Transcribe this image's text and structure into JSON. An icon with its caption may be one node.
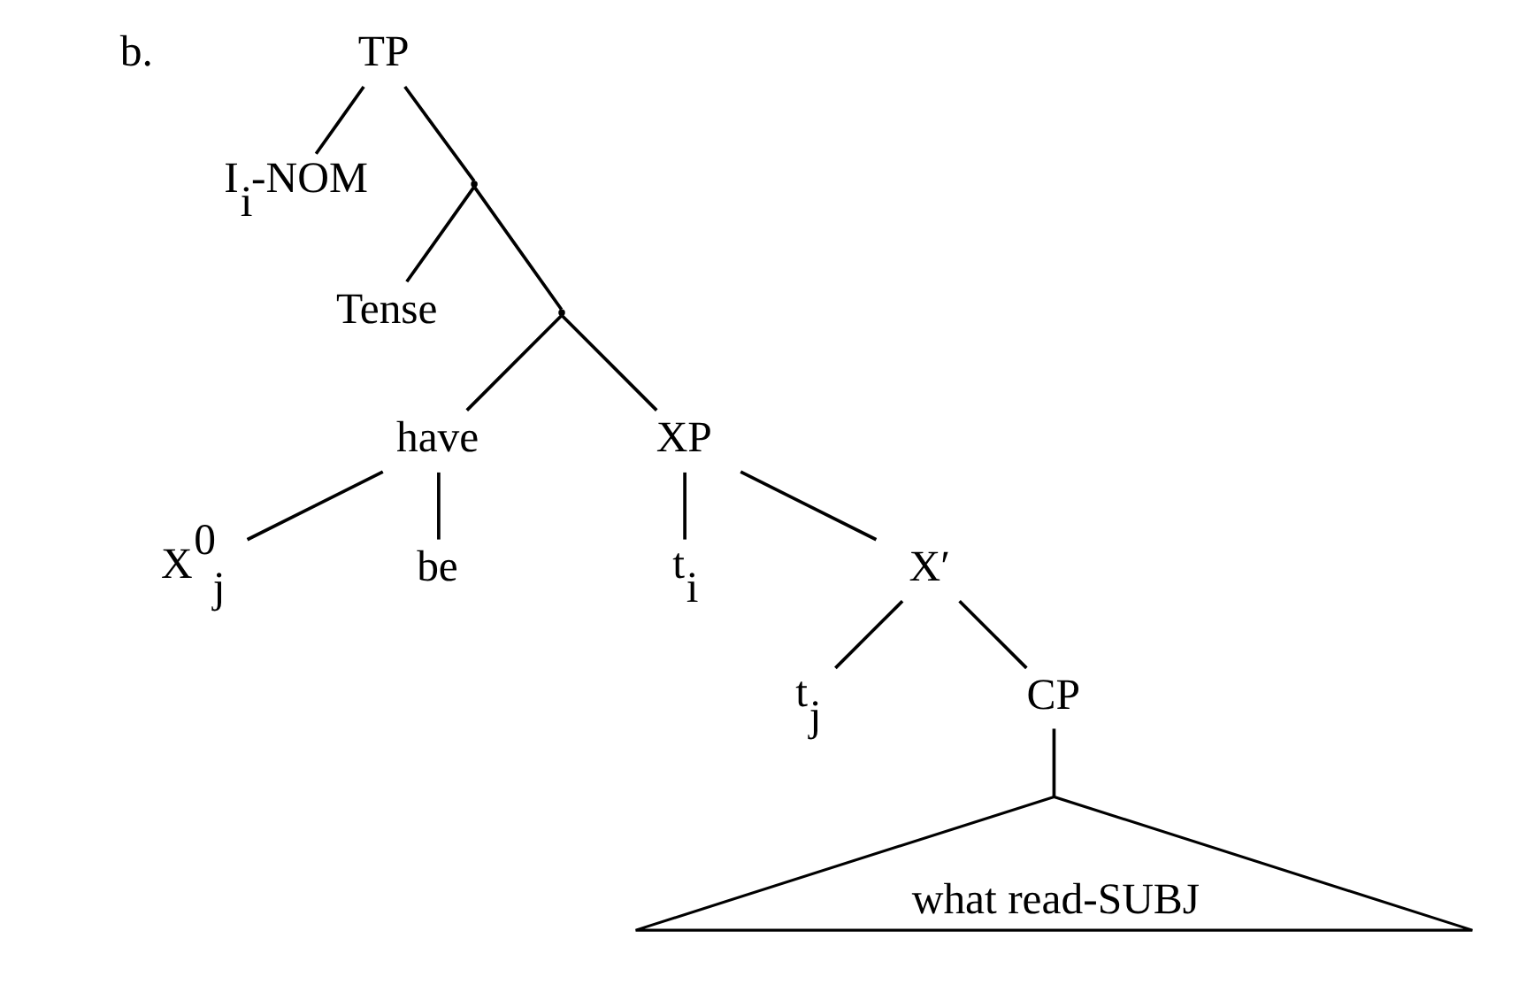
{
  "diagram": {
    "nodes": [
      {
        "text": [
          "TP"
        ]
      },
      {
        "text": [
          "I$_{i}$-NOM"
        ]
      },
      {
        "text": [],
        "shape": "point"
      },
      {
        "text": [
          "Tense"
        ]
      },
      {
        "text": [],
        "shape": "point"
      },
      {
        "text": [
          "have"
        ]
      },
      {
        "text": [
          "XP"
        ]
      },
      {
        "text": [
          "X$^{0}$$_{j}$"
        ]
      },
      {
        "text": [
          "be"
        ]
      },
      {
        "text": [
          "t$_{i}$"
        ]
      },
      {
        "text": [
          "X′"
        ]
      },
      {
        "text": [
          "t$_{j}$"
        ]
      },
      {
        "text": [
          "CP"
        ]
      },
      {
        "text": [
          "what read-SUBJ"
        ]
      }
    ],
    "edges": [
      {
        "from": 0,
        "to": 1,
        "arrow": "none"
      },
      {
        "from": 0,
        "to": 2,
        "arrow": "none"
      },
      {
        "from": 2,
        "to": 3,
        "arrow": "none"
      },
      {
        "from": 2,
        "to": 4,
        "arrow": "none"
      },
      {
        "from": 4,
        "to": 5,
        "arrow": "none"
      },
      {
        "from": 4,
        "to": 6,
        "arrow": "none"
      },
      {
        "from": 5,
        "to": 7,
        "arrow": "none"
      },
      {
        "from": 5,
        "to": 8,
        "arrow": "none"
      },
      {
        "from": 6,
        "to": 9,
        "arrow": "none"
      },
      {
        "from": 6,
        "to": 10,
        "arrow": "none"
      },
      {
        "from": 10,
        "to": 11,
        "arrow": "none"
      },
      {
        "from": 10,
        "to": 12,
        "arrow": "none"
      },
      {
        "from": 12,
        "to": 13,
        "arrow": "none"
      }
    ],
    "labels": [
      "b."
    ]
  }
}
